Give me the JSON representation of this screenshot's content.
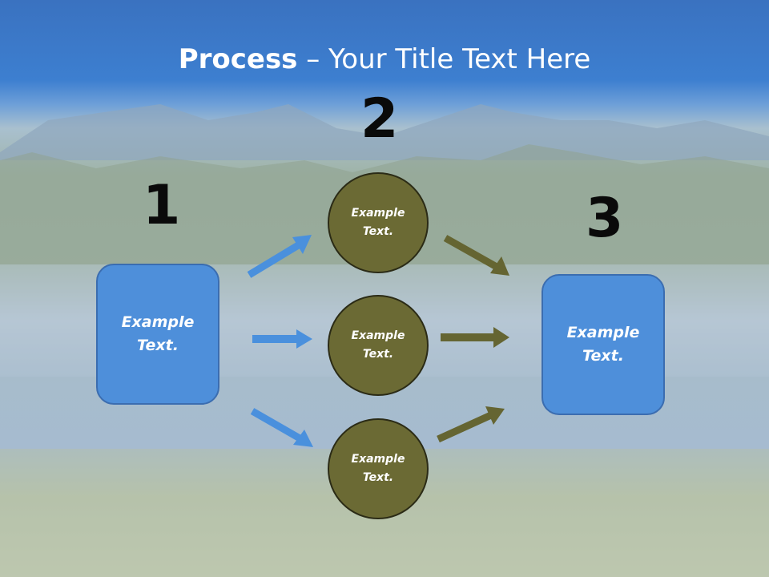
{
  "title": {
    "bold": "Process",
    "rest": " – Your Title Text Here"
  },
  "steps": {
    "one": "1",
    "two": "2",
    "three": "3"
  },
  "left_box": {
    "line1": "Example",
    "line2": "Text."
  },
  "circles": [
    {
      "line1": "Example",
      "line2": "Text."
    },
    {
      "line1": "Example",
      "line2": "Text."
    },
    {
      "line1": "Example",
      "line2": "Text."
    }
  ],
  "right_box": {
    "line1": "Example",
    "line2": "Text."
  },
  "colors": {
    "box": "#4e8fda",
    "circle": "#6b6a34",
    "blue_arrow": "#4a90dd",
    "olive_arrow": "#656532"
  }
}
